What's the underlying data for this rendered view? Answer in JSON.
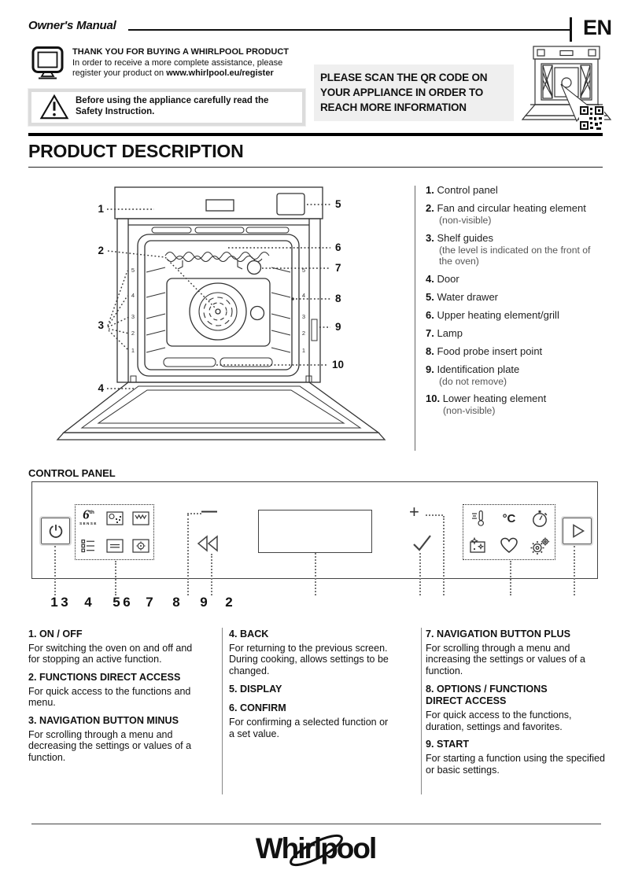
{
  "header": {
    "title": "Owner's Manual",
    "lang": "EN"
  },
  "register": {
    "title": "THANK YOU FOR BUYING A WHIRLPOOL PRODUCT",
    "line1": "In order to receive a more complete assistance, please",
    "line2_prefix": "register your product on ",
    "url": "www.whirlpool.eu/register"
  },
  "safety": {
    "text": "Before using the appliance carefully read the Safety Instruction."
  },
  "qr": {
    "line1": "PLEASE SCAN THE QR CODE ON",
    "line2": "YOUR APPLIANCE IN ORDER TO",
    "line3": "REACH MORE INFORMATION"
  },
  "product": {
    "title": "PRODUCT DESCRIPTION",
    "parts": [
      {
        "num": "1.",
        "name": "Control panel",
        "note": ""
      },
      {
        "num": "2.",
        "name": "Fan and circular heating element",
        "note": "(non-visible)"
      },
      {
        "num": "3.",
        "name": "Shelf guides",
        "note": "(the level is indicated on the front of the oven)"
      },
      {
        "num": "4.",
        "name": "Door",
        "note": ""
      },
      {
        "num": "5.",
        "name": "Water drawer",
        "note": ""
      },
      {
        "num": "6.",
        "name": "Upper heating element/grill",
        "note": ""
      },
      {
        "num": "7.",
        "name": "Lamp",
        "note": ""
      },
      {
        "num": "8.",
        "name": "Food probe insert point",
        "note": ""
      },
      {
        "num": "9.",
        "name": "Identification plate",
        "note": "(do not remove)"
      },
      {
        "num": "10.",
        "name": "Lower heating element",
        "note": "(non-visible)"
      }
    ],
    "callouts": [
      "1",
      "2",
      "3",
      "4",
      "5",
      "6",
      "7",
      "8",
      "9",
      "10"
    ],
    "shelf_levels": [
      "5",
      "4",
      "3",
      "2",
      "1"
    ]
  },
  "control": {
    "title": "CONTROL PANEL",
    "numbers": [
      "1",
      "3",
      "4",
      "5",
      "6",
      "7",
      "8",
      "9",
      "2"
    ],
    "minus": "—",
    "plus": "+",
    "celsius": "°C",
    "sense": {
      "six": "6",
      "th": "th",
      "label": "SENSE"
    },
    "icons": {
      "power": "power-symbol",
      "back": "double-chevron-left",
      "confirm": "check-mark",
      "start": "play-triangle",
      "probe": "food-probe",
      "timer": "stopwatch",
      "clean": "sparkles",
      "favorites": "heart",
      "settings": "gears",
      "defrost": "snowflake-box",
      "grill": "zigzag-box",
      "menu": "slider-list",
      "shelf": "shelf-box",
      "fan": "fan-box"
    }
  },
  "columns": {
    "col1": [
      {
        "h": "1. ON / OFF",
        "b": "For switching the oven on and off and for stopping an active function."
      },
      {
        "h": "2. FUNCTIONS DIRECT ACCESS",
        "b": "For quick access to the functions and menu."
      },
      {
        "h": "3. NAVIGATION BUTTON MINUS",
        "b": "For scrolling through a menu and decreasing the settings or values of a function."
      }
    ],
    "col2": [
      {
        "h": "4. BACK",
        "b": "For returning to the previous screen. During cooking, allows settings to be changed."
      },
      {
        "h": "5. DISPLAY",
        "b": ""
      },
      {
        "h": "6. CONFIRM",
        "b": "For confirming a selected function or a set value."
      }
    ],
    "col3": [
      {
        "h": "7. NAVIGATION BUTTON PLUS",
        "b": "For scrolling through a menu and increasing the settings or values of a function."
      },
      {
        "h": "8. OPTIONS / FUNCTIONS DIRECT ACCESS",
        "b": "For quick access to the functions, duration, settings and favorites."
      },
      {
        "h": "9. START",
        "b": "For starting a function using the specified or basic settings."
      }
    ]
  },
  "footer": {
    "brand": "Whirlpool"
  }
}
